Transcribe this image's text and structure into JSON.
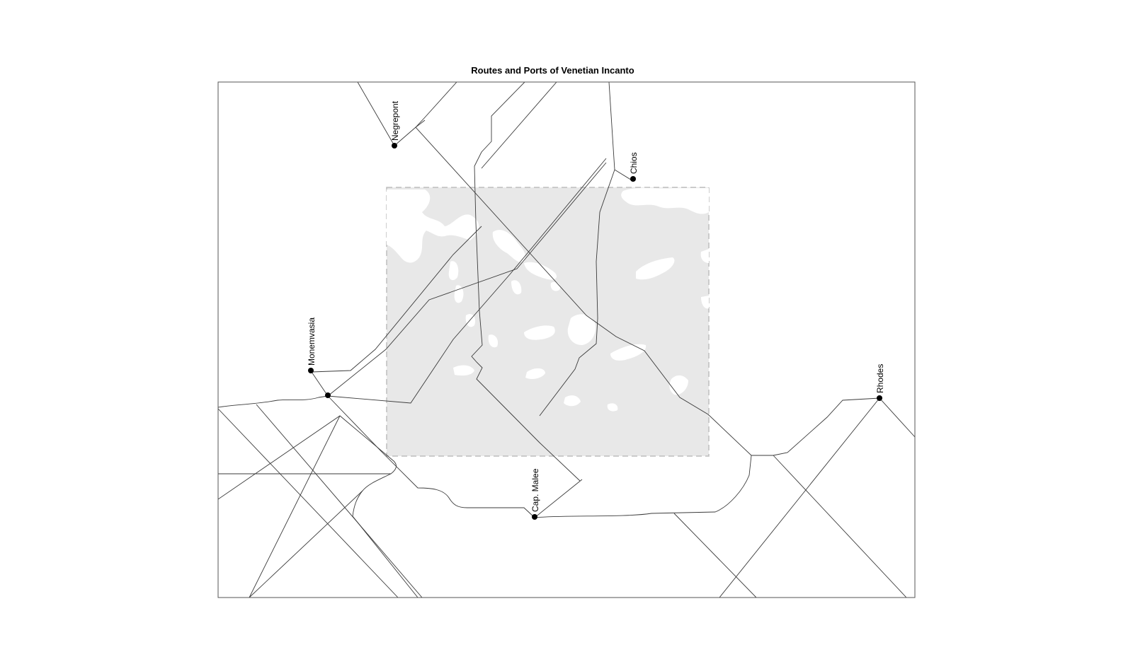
{
  "map": {
    "title": "Routes and Ports of Venetian Incanto",
    "colors": {
      "frame": "#555555",
      "route": "#3a3a3a",
      "inset_fill": "#e8e8e8",
      "inset_border": "#bdbdbd",
      "port": "#000000"
    },
    "ports": [
      {
        "id": "negrepont",
        "name": "Negrepont"
      },
      {
        "id": "chios",
        "name": "Chios"
      },
      {
        "id": "monemvasia",
        "name": "Monemvasia"
      },
      {
        "id": "rhodes",
        "name": "Rhodes"
      },
      {
        "id": "cap-malee",
        "name": "Cap. Malee"
      }
    ]
  }
}
